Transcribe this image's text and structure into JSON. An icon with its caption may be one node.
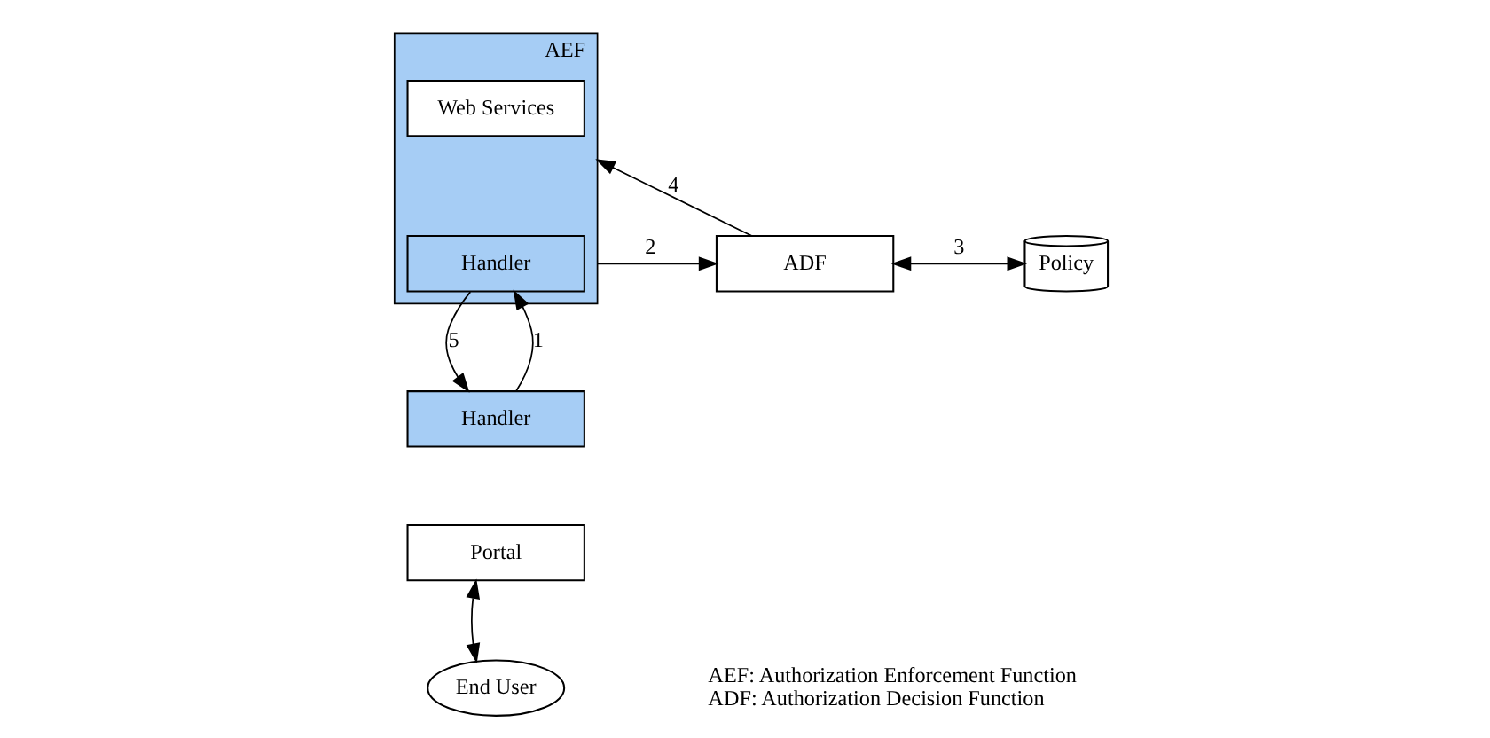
{
  "diagram": {
    "nodes": [
      {
        "text": [
          "AEF"
        ]
      },
      {
        "text": [
          "Web Services"
        ],
        "in": 0
      },
      {
        "text": [
          "Handler"
        ],
        "in": 0
      },
      {
        "text": [
          "ADF"
        ]
      },
      {
        "text": [
          "Policy"
        ]
      },
      {
        "text": [
          "Handler"
        ]
      },
      {
        "text": [
          "Portal"
        ]
      },
      {
        "text": [
          "End User"
        ]
      }
    ],
    "edges": [
      {
        "from": 0,
        "to": 3,
        "arrow": "to",
        "label": "2"
      },
      {
        "from": 3,
        "to": 0,
        "arrow": "to",
        "label": "4"
      },
      {
        "from": 3,
        "to": 4,
        "arrow": "both",
        "label": "3"
      },
      {
        "from": 2,
        "to": 5,
        "arrow": "to",
        "label": "5"
      },
      {
        "from": 5,
        "to": 2,
        "arrow": "to",
        "label": "1"
      },
      {
        "from": 6,
        "to": 7,
        "arrow": "both"
      }
    ],
    "labels": [
      "AEF: Authorization Enforcement Function",
      "ADF: Authorization Decision Function"
    ]
  }
}
